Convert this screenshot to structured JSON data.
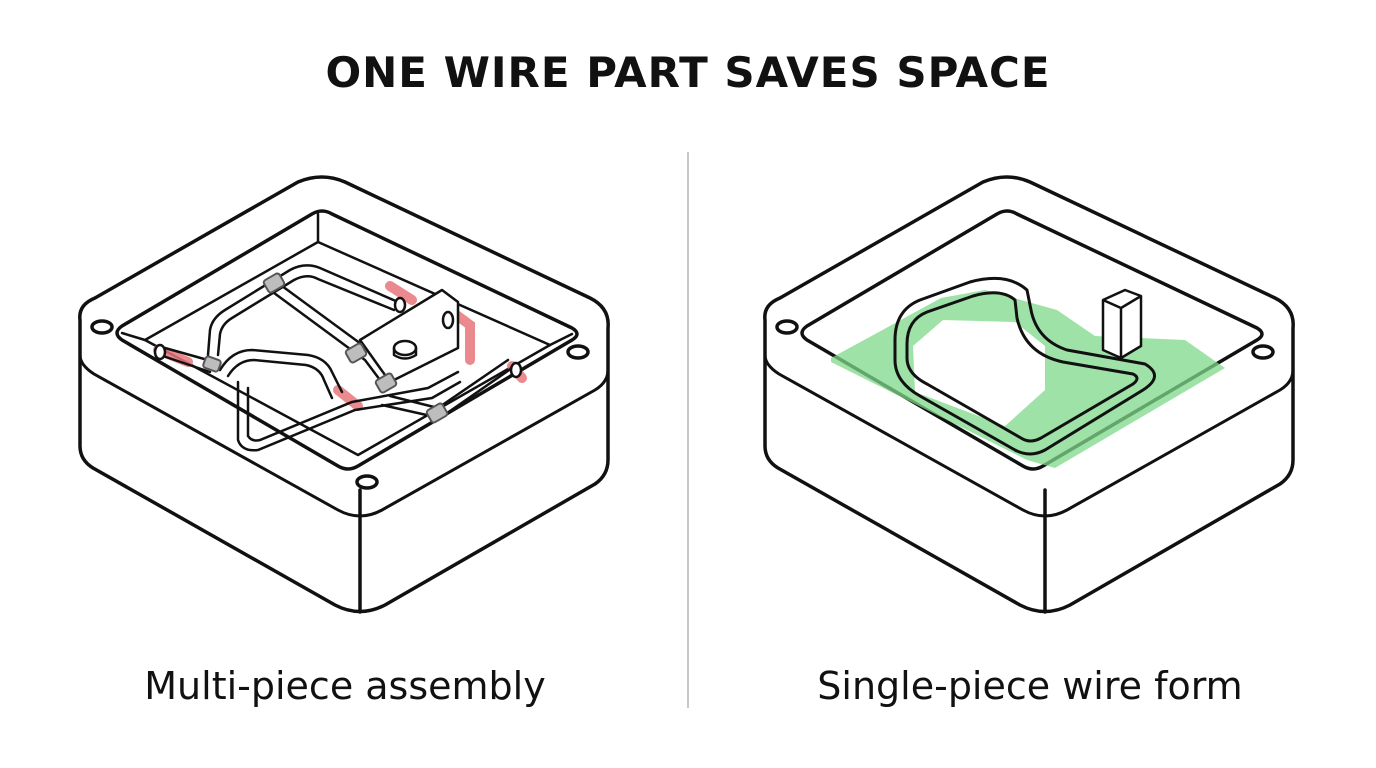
{
  "title": "ONE WIRE PART SAVES SPACE",
  "panels": [
    {
      "caption": "Multi-piece assembly",
      "highlight_color": "#e8767b",
      "icons": [
        "enclosure-box",
        "wire-pieces",
        "crimp-joint",
        "bracket"
      ]
    },
    {
      "caption": "Single-piece wire form",
      "highlight_color": "#7fd88a",
      "icons": [
        "enclosure-box",
        "wire-form",
        "clip-block"
      ]
    }
  ],
  "colors": {
    "outline": "#111111",
    "divider": "#c8c8c8",
    "joint_gray": "#8a8a8a"
  }
}
